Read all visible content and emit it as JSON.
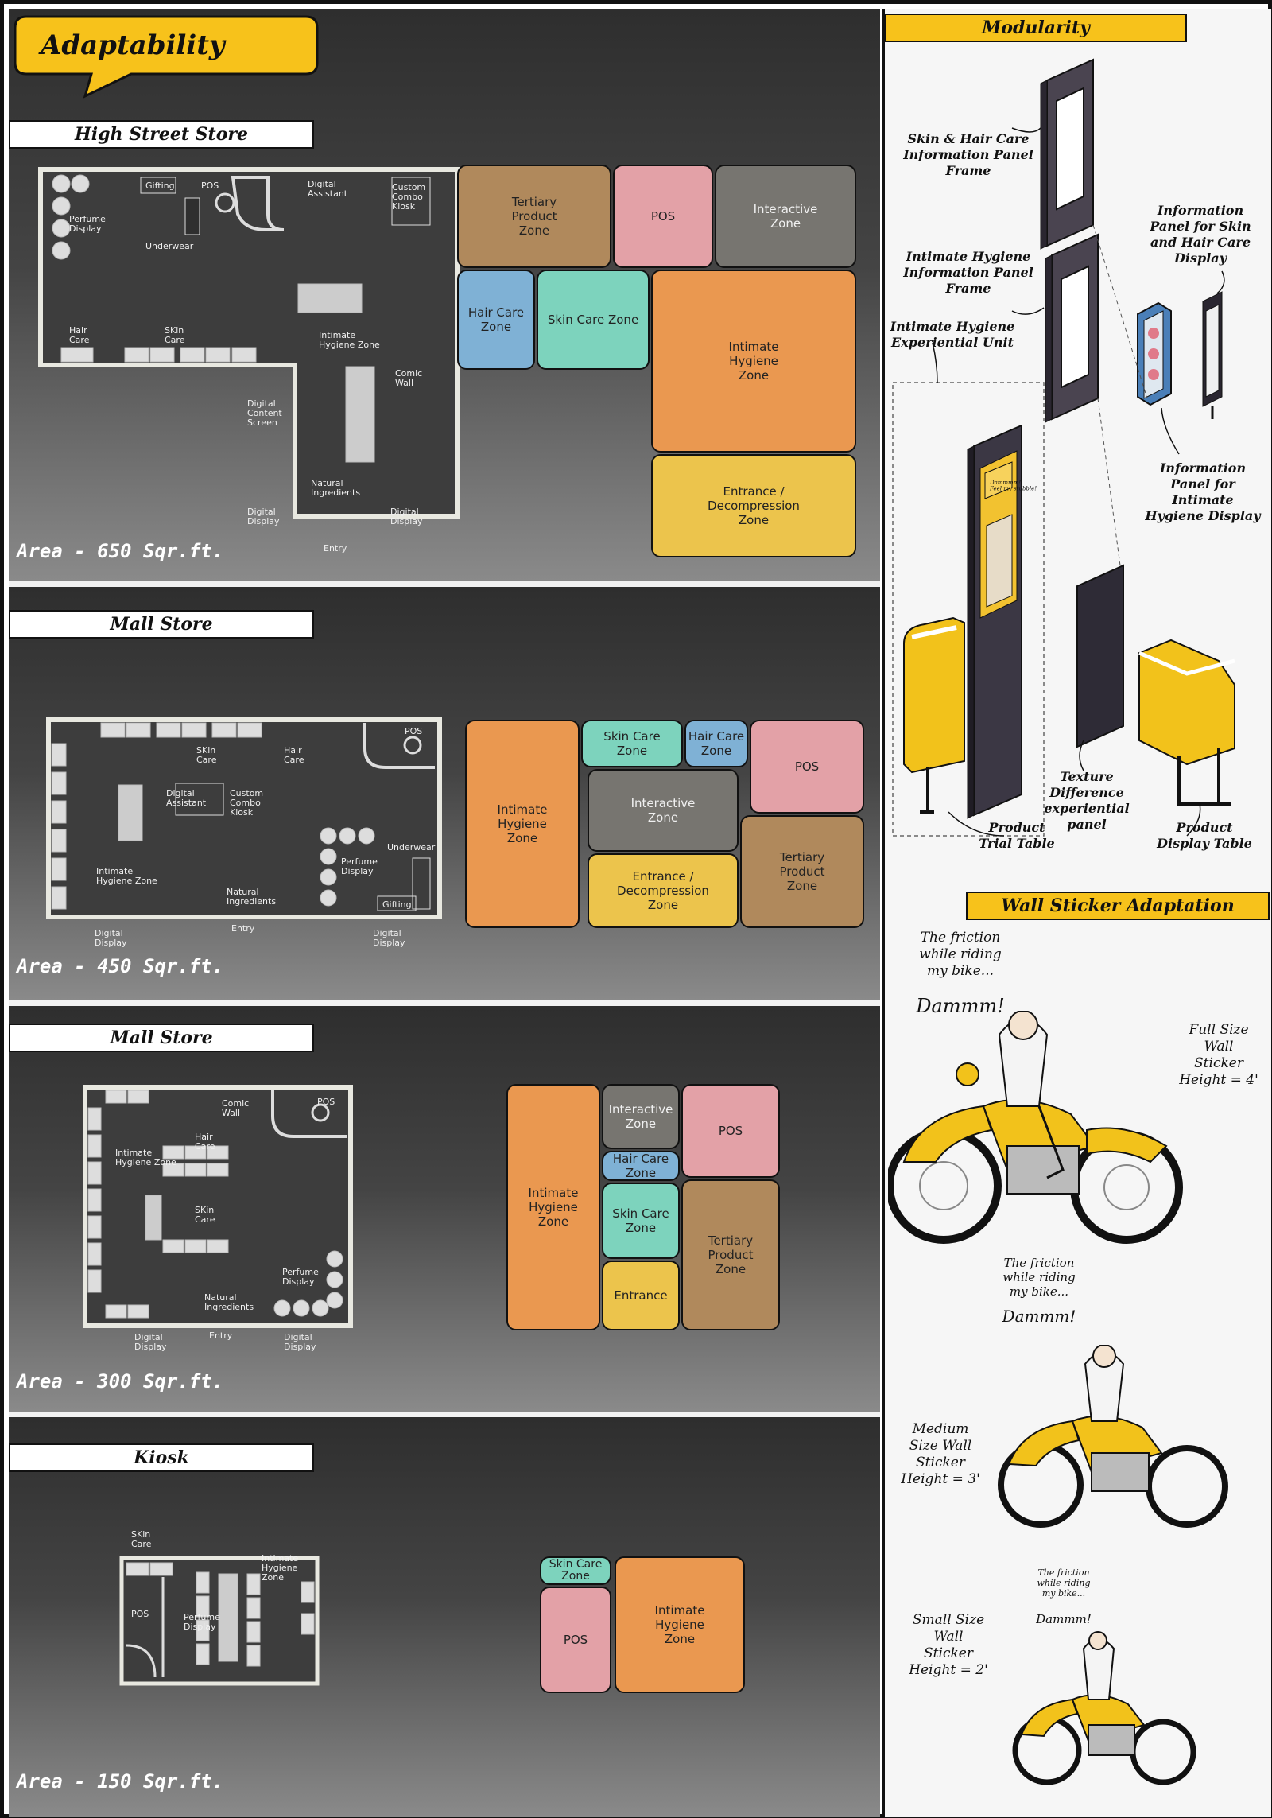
{
  "title": "Adaptability",
  "colors": {
    "tertiary": "#b0895c",
    "pos": "#e3a1a7",
    "interactive": "#777570",
    "hair": "#7fb1d5",
    "skin": "#7dd3bd",
    "intimate": "#ea9850",
    "entrance": "#ecc44c",
    "accent_yellow": "#f7c21b"
  },
  "sections": [
    {
      "header": "High Street Store",
      "area": "Area - 650 Sqr.ft.",
      "plan_labels": [
        "Gifting",
        "POS",
        "Digital\nAssistant",
        "Custom\nCombo\nKiosk",
        "Perfume\nDisplay",
        "Underwear",
        "Hair\nCare",
        "SKin\nCare",
        "Intimate\nHygiene Zone",
        "Comic\nWall",
        "Digital\nContent\nScreen",
        "Natural\nIngredients",
        "Digital\nDisplay",
        "Digital\nDisplay",
        "Entry"
      ],
      "zones": [
        {
          "label": "Tertiary\nProduct\nZone",
          "color": "tertiary"
        },
        {
          "label": "POS",
          "color": "pos"
        },
        {
          "label": "Interactive\nZone",
          "color": "interactive"
        },
        {
          "label": "Hair Care\nZone",
          "color": "hair"
        },
        {
          "label": "Skin Care Zone",
          "color": "skin"
        },
        {
          "label": "Intimate\nHygiene\nZone",
          "color": "intimate"
        },
        {
          "label": "Entrance /\nDecompression\nZone",
          "color": "entrance"
        }
      ]
    },
    {
      "header": "Mall Store",
      "area": "Area - 450 Sqr.ft.",
      "plan_labels": [
        "SKin\nCare",
        "Hair\nCare",
        "POS",
        "Digital\nAssistant",
        "Custom\nCombo\nKiosk",
        "Underwear",
        "Perfume\nDisplay",
        "Intimate\nHygiene Zone",
        "Natural\nIngredients",
        "Gifting",
        "Digital\nDisplay",
        "Entry",
        "Digital\nDisplay"
      ],
      "zones": [
        {
          "label": "Intimate\nHygiene\nZone",
          "color": "intimate"
        },
        {
          "label": "Skin Care\nZone",
          "color": "skin"
        },
        {
          "label": "Hair Care\nZone",
          "color": "hair"
        },
        {
          "label": "POS",
          "color": "pos"
        },
        {
          "label": "Interactive\nZone",
          "color": "interactive"
        },
        {
          "label": "Tertiary\nProduct\nZone",
          "color": "tertiary"
        },
        {
          "label": "Entrance /\nDecompression\nZone",
          "color": "entrance"
        }
      ]
    },
    {
      "header": "Mall Store",
      "area": "Area - 300 Sqr.ft.",
      "plan_labels": [
        "Comic\nWall",
        "POS",
        "Hair\nCare",
        "Intimate\nHygiene Zone",
        "SKin\nCare",
        "Perfume\nDisplay",
        "Natural\nIngredients",
        "Entry",
        "Digital\nDisplay",
        "Digital\nDisplay"
      ],
      "zones": [
        {
          "label": "Intimate\nHygiene\nZone",
          "color": "intimate"
        },
        {
          "label": "Interactive\nZone",
          "color": "interactive"
        },
        {
          "label": "POS",
          "color": "pos"
        },
        {
          "label": "Hair Care\nZone",
          "color": "hair"
        },
        {
          "label": "Skin Care\nZone",
          "color": "skin"
        },
        {
          "label": "Tertiary\nProduct\nZone",
          "color": "tertiary"
        },
        {
          "label": "Entrance",
          "color": "entrance"
        }
      ]
    },
    {
      "header": "Kiosk",
      "area": "Area - 150 Sqr.ft.",
      "plan_labels": [
        "SKin\nCare",
        "Intimate\nHygiene\nZone",
        "POS",
        "Perfume\nDisplay"
      ],
      "zones": [
        {
          "label": "Skin Care\nZone",
          "color": "skin"
        },
        {
          "label": "POS",
          "color": "pos"
        },
        {
          "label": "Intimate\nHygiene\nZone",
          "color": "intimate"
        }
      ]
    }
  ],
  "modularity": {
    "header": "Modularity",
    "labels": [
      "Skin & Hair Care\nInformation Panel\nFrame",
      "Information\nPanel for Skin\nand Hair Care\nDisplay",
      "Intimate Hygiene\nInformation Panel\nFrame",
      "Intimate Hygiene\nExperiential Unit",
      "Information\nPanel for\nIntimate\nHygiene Display",
      "Texture\nDifference\nexperiential\npanel",
      "Product\nTrial Table",
      "Product\nDisplay Table"
    ],
    "bubble_text": "Dammmm!\nFeel my stubble!"
  },
  "wall_sticker": {
    "header": "Wall Sticker Adaptation",
    "caption_large": "The friction\nwhile riding\nmy bike...",
    "exclaim_large": "Dammm!",
    "size_large": "Full Size\nWall\nSticker\nHeight = 4'",
    "caption_medium": "The friction\nwhile riding\nmy bike...",
    "exclaim_medium": "Dammm!",
    "size_medium": "Medium\nSize Wall\nSticker\nHeight = 3'",
    "caption_small": "The friction\nwhile riding\nmy bike...",
    "exclaim_small": "Dammm!",
    "size_small": "Small Size\nWall\nSticker\nHeight = 2'"
  }
}
